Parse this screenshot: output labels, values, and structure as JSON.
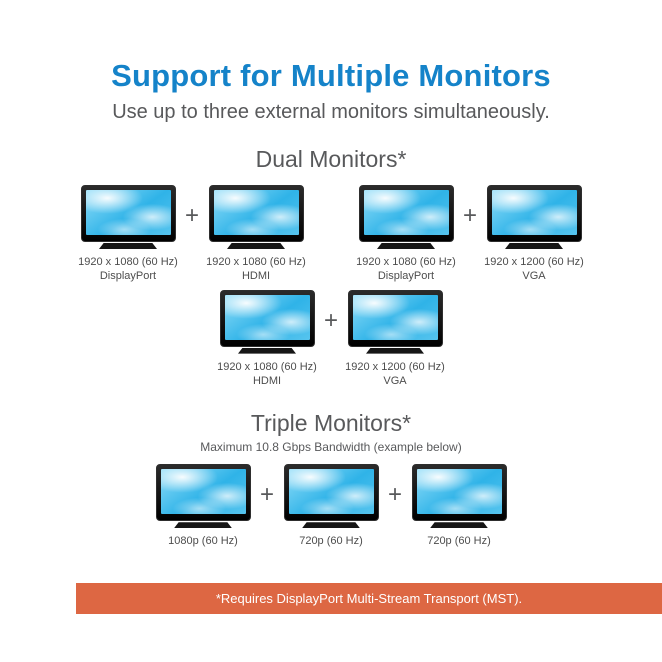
{
  "header": {
    "title": "Support for Multiple Monitors",
    "subtitle": "Use up to three external monitors simultaneously."
  },
  "symbols": {
    "plus": "+"
  },
  "dual": {
    "heading": "Dual Monitors*",
    "pairs": [
      [
        {
          "resolution": "1920 x 1080 (60 Hz)",
          "port": "DisplayPort"
        },
        {
          "resolution": "1920 x 1080 (60 Hz)",
          "port": "HDMI"
        }
      ],
      [
        {
          "resolution": "1920 x 1080 (60 Hz)",
          "port": "DisplayPort"
        },
        {
          "resolution": "1920 x 1200 (60 Hz)",
          "port": "VGA"
        }
      ],
      [
        {
          "resolution": "1920 x 1080 (60 Hz)",
          "port": "HDMI"
        },
        {
          "resolution": "1920 x 1200 (60 Hz)",
          "port": "VGA"
        }
      ]
    ]
  },
  "triple": {
    "heading": "Triple Monitors*",
    "subheading": "Maximum 10.8 Gbps Bandwidth (example below)",
    "monitors": [
      {
        "resolution": "1080p (60 Hz)"
      },
      {
        "resolution": "720p (60 Hz)"
      },
      {
        "resolution": "720p (60 Hz)"
      }
    ]
  },
  "footer": {
    "note": "*Requires DisplayPort Multi-Stream Transport (MST)."
  },
  "colors": {
    "title_blue": "#1583c9",
    "heading_gray": "#58595b",
    "caption_gray": "#4d4d4d",
    "footer_orange": "#dd6743",
    "screen_blue": "#2fb3e8",
    "monitor_black": "#161616"
  }
}
